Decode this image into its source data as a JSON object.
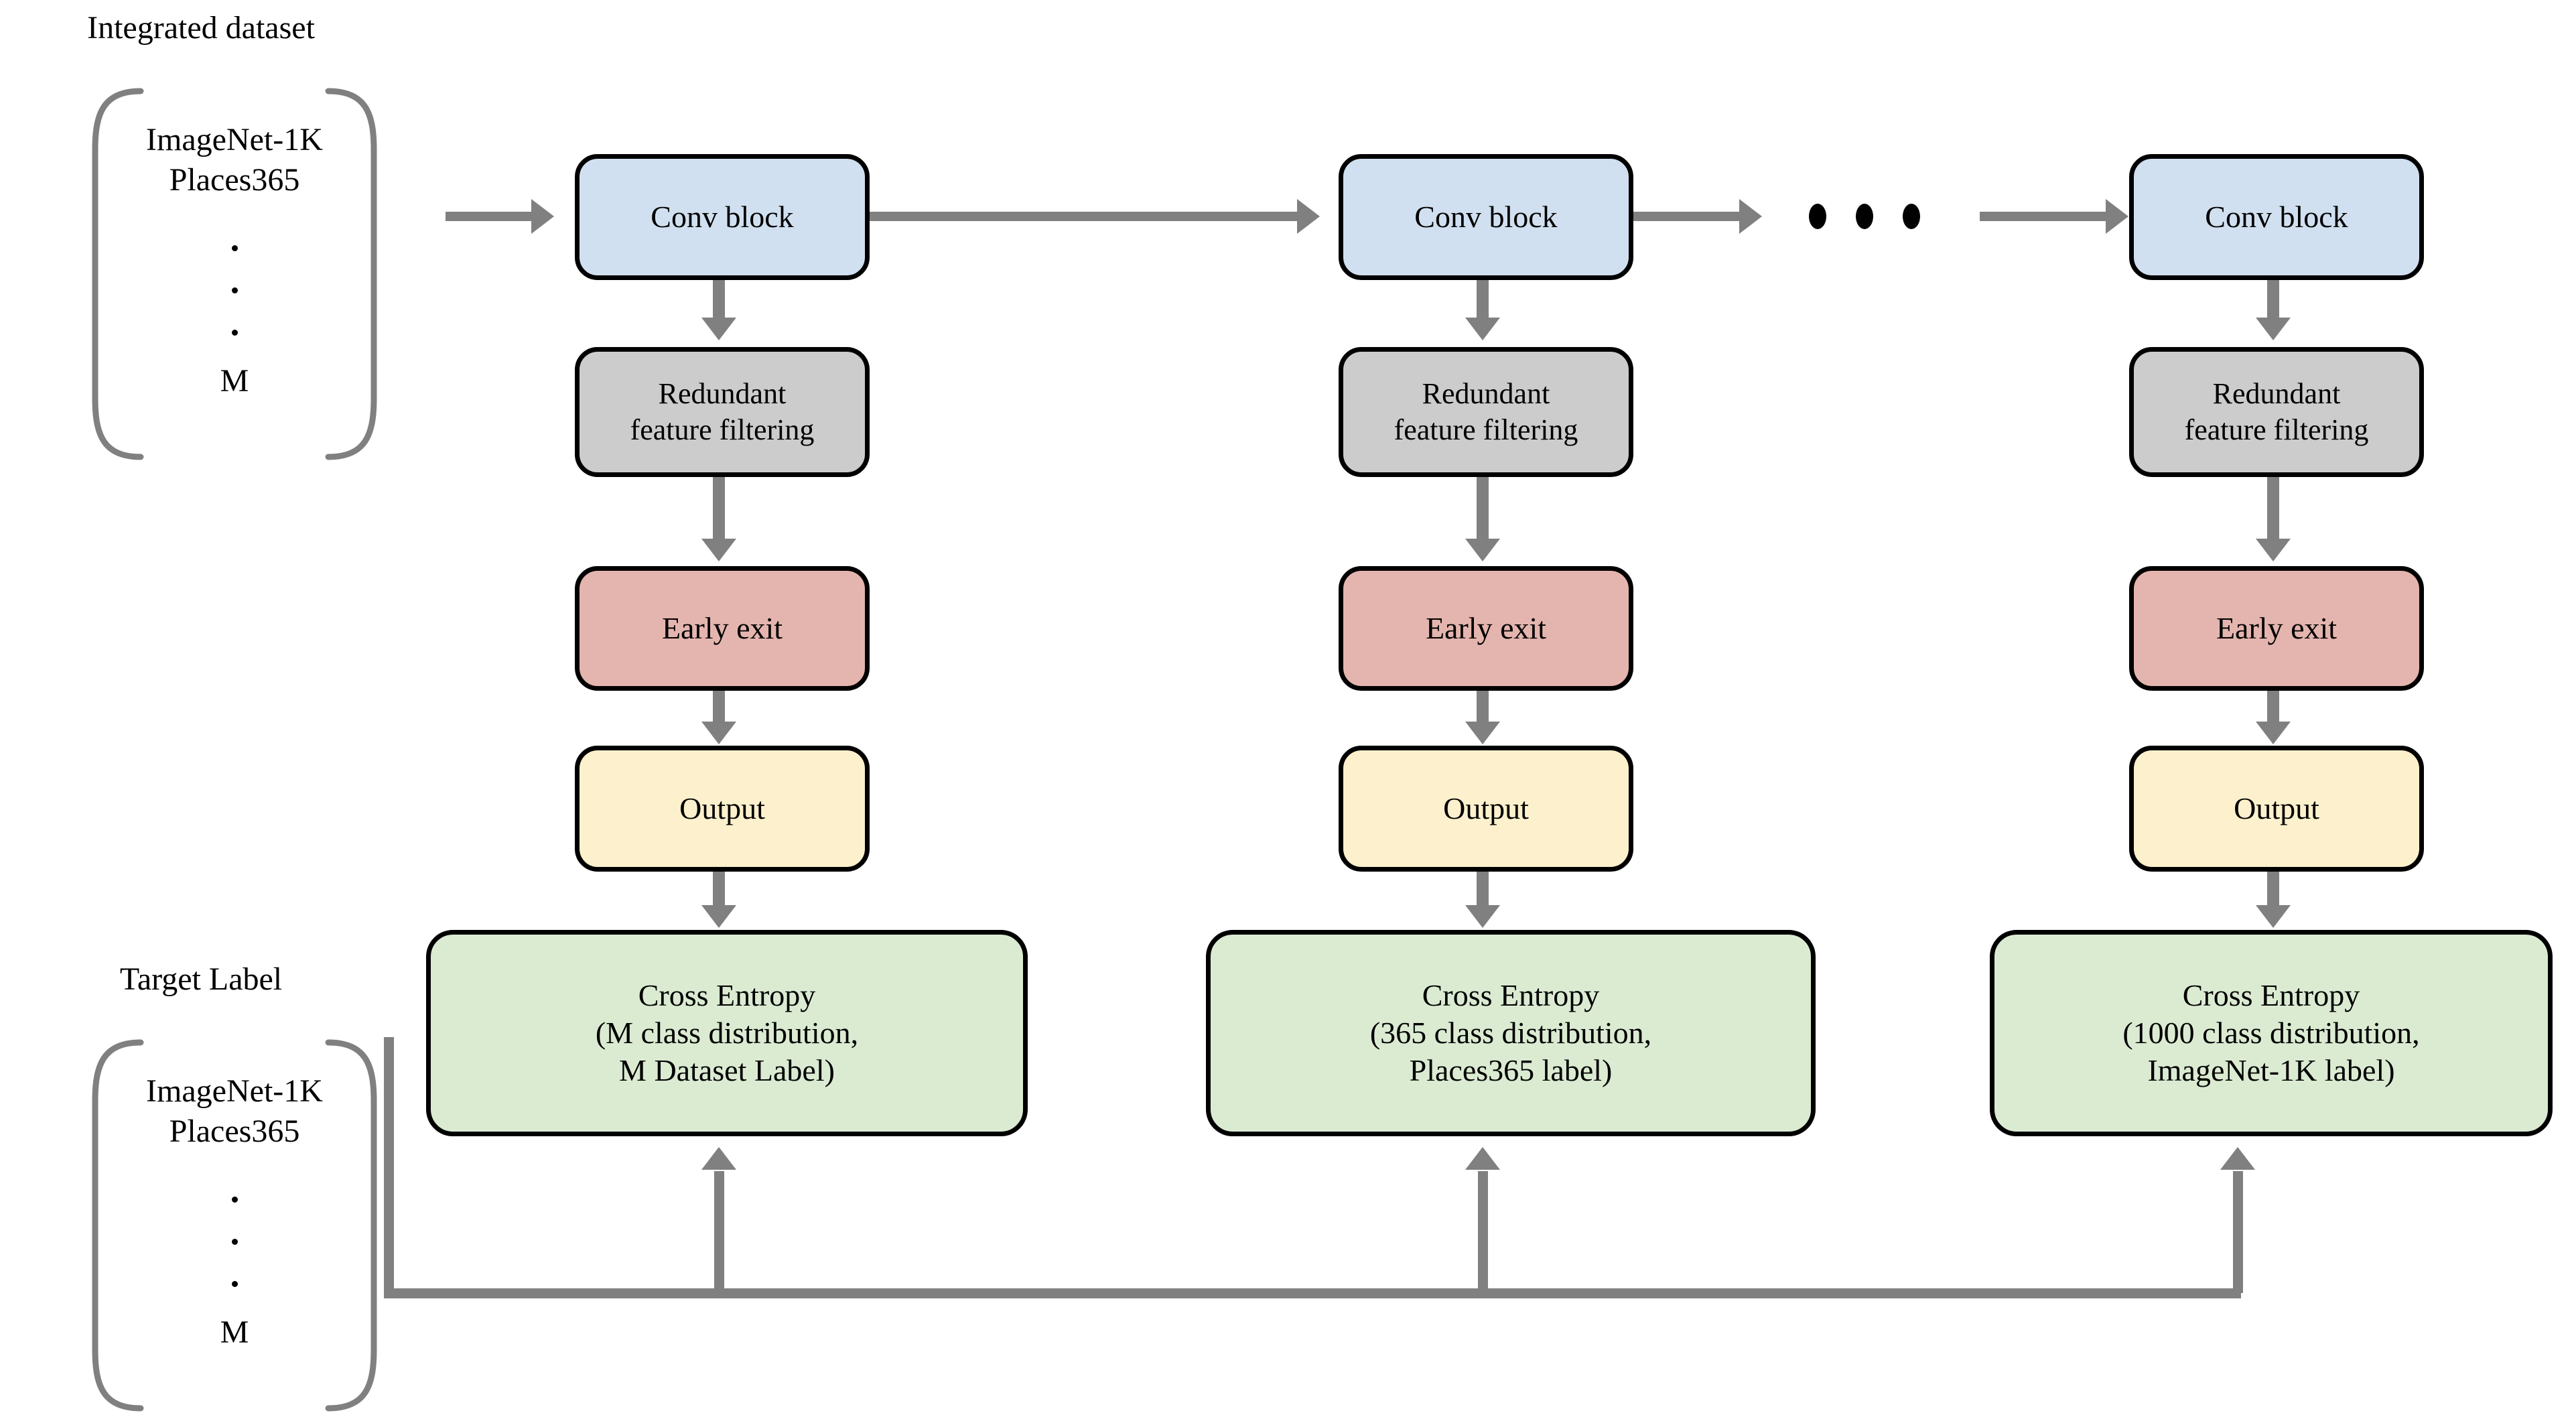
{
  "diagram": {
    "title_left_top": "Integrated dataset",
    "title_left_bottom": "Target Label",
    "dataset_bracket": {
      "line1": "ImageNet-1K",
      "line2": "Places365",
      "line3": "M",
      "vertical_dots": 3
    },
    "target_bracket": {
      "line1": "ImageNet-1K",
      "line2": "Places365",
      "line3": "M",
      "vertical_dots": 3
    },
    "ellipsis_label": "...",
    "stages": [
      {
        "id": "stage-1",
        "conv": "Conv block",
        "filter": "Redundant\nfeature filtering",
        "filter_line1": "Redundant",
        "filter_line2": "feature filtering",
        "exit": "Early exit",
        "output": "Output",
        "loss_line1": "Cross Entropy",
        "loss_line2": "(M class distribution,",
        "loss_line3": "M Dataset Label)"
      },
      {
        "id": "stage-2",
        "conv": "Conv block",
        "filter_line1": "Redundant",
        "filter_line2": "feature filtering",
        "exit": "Early exit",
        "output": "Output",
        "loss_line1": "Cross Entropy",
        "loss_line2": "(365 class distribution,",
        "loss_line3": "Places365 label)"
      },
      {
        "id": "stage-n",
        "conv": "Conv block",
        "filter_line1": "Redundant",
        "filter_line2": "feature filtering",
        "exit": "Early exit",
        "output": "Output",
        "loss_line1": "Cross Entropy",
        "loss_line2": "(1000 class distribution,",
        "loss_line3": "ImageNet-1K label)"
      }
    ],
    "colors": {
      "conv_fill": "#d1e0f0",
      "filter_fill": "#cccccc",
      "exit_fill": "#e4b5ae",
      "output_fill": "#fdf0cc",
      "loss_fill": "#dbebd2",
      "border": "#000000",
      "arrow": "#808080",
      "bracket": "#808080",
      "background": "#ffffff"
    }
  }
}
